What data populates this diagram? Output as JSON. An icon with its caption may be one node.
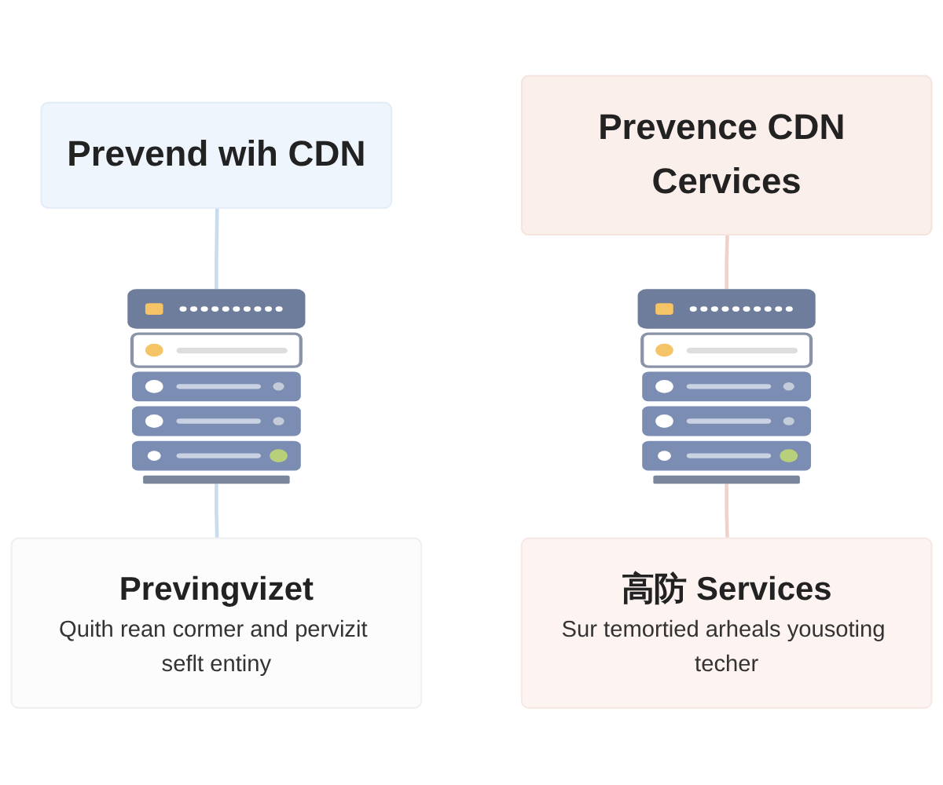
{
  "diagram": {
    "nodes": [
      {
        "text": [
          "Prevend wih CDN"
        ]
      },
      {
        "text": [],
        "shape": "picture"
      },
      {
        "text": [
          "Previngvizet",
          "Quith rean cormer and pervizit seflt entiny"
        ]
      },
      {
        "text": [
          "Prevence CDN Cervices"
        ]
      },
      {
        "text": [],
        "shape": "picture"
      },
      {
        "text": [
          "高防 Services",
          "Sur temortied arheals yousoting techer"
        ]
      }
    ],
    "edges": [
      {
        "from": 0,
        "to": 1,
        "arrow": "none",
        "color": "#c9dcef"
      },
      {
        "from": 1,
        "to": 2,
        "arrow": "none",
        "color": "#c9dcef"
      },
      {
        "from": 3,
        "to": 4,
        "arrow": "none",
        "color": "#efd3ca"
      },
      {
        "from": 4,
        "to": 5,
        "arrow": "none",
        "color": "#efd3ca"
      }
    ]
  }
}
